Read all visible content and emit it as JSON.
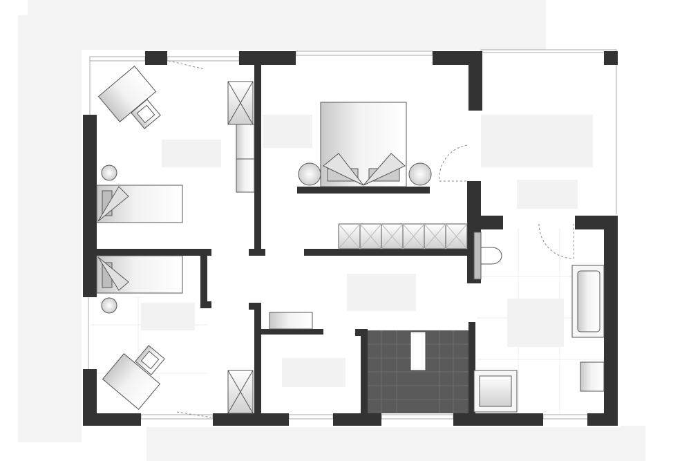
{
  "plan": {
    "colors": {
      "wall": "#333333",
      "floor": "#ffffff",
      "surround": "#f3f3f3",
      "stair": "#5a5a5a",
      "furniture_light": "#f4f4f4",
      "furniture_dark": "#c9c9c9",
      "label_placeholder": "#f2f2f2"
    },
    "rooms": [
      "bedroom-left-top",
      "bedroom-left-bottom",
      "master-bedroom",
      "corridor",
      "bathroom",
      "staircase",
      "storage"
    ],
    "text_labels": []
  }
}
